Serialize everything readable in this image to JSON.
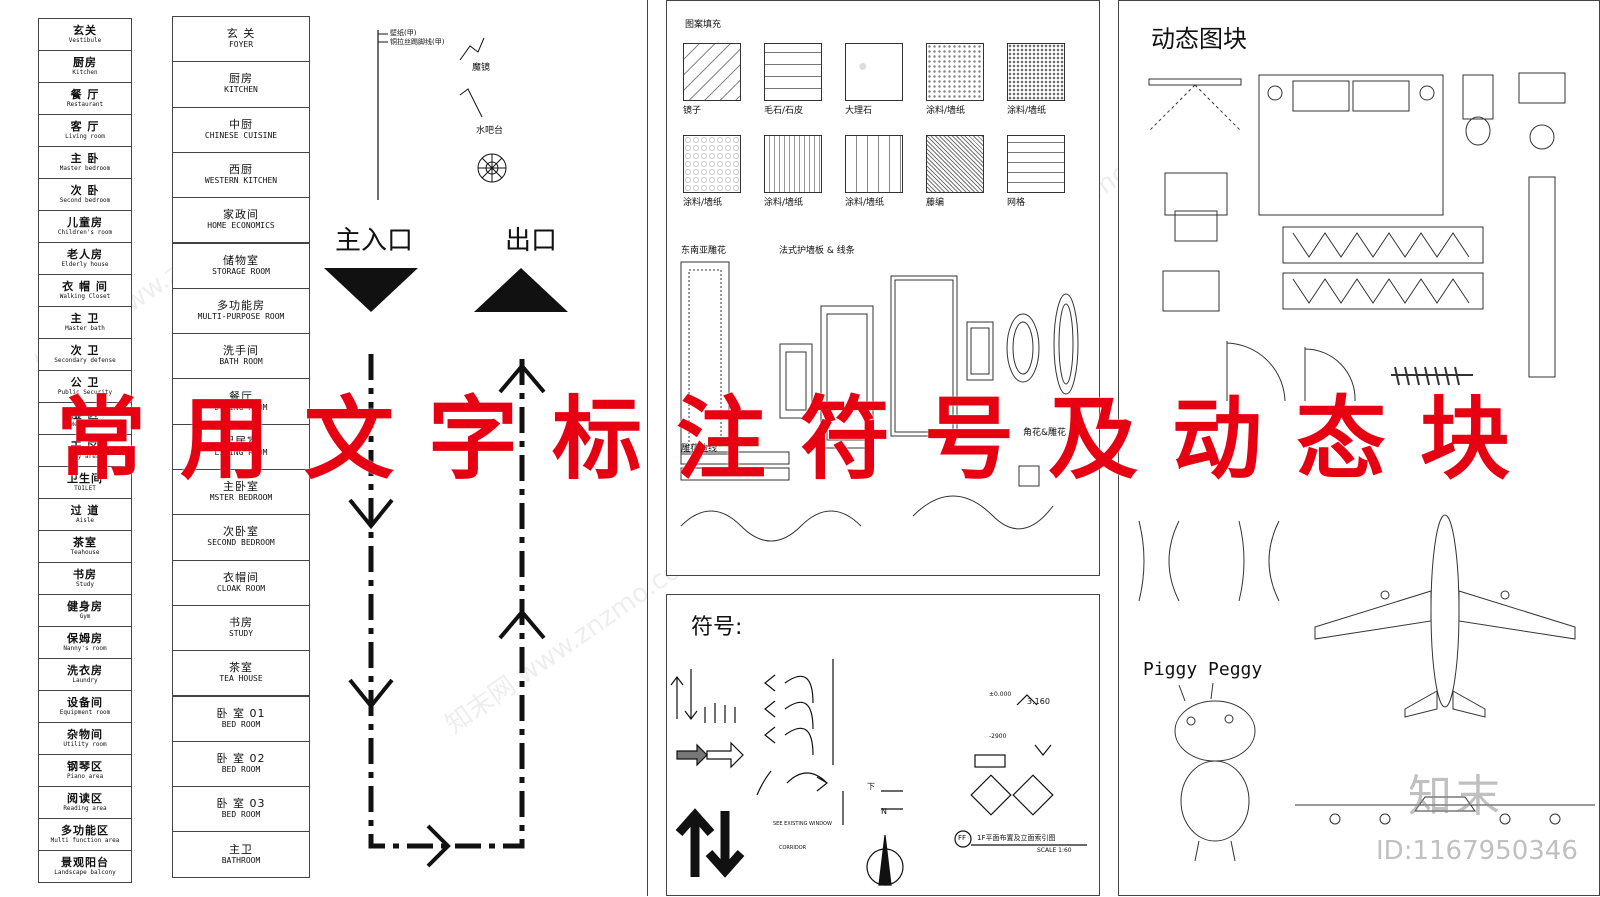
{
  "room_labels_left": [
    {
      "zh": "玄关",
      "en": "Vestibule"
    },
    {
      "zh": "厨房",
      "en": "Kitchen"
    },
    {
      "zh": "餐 厅",
      "en": "Restaurant"
    },
    {
      "zh": "客 厅",
      "en": "Living room"
    },
    {
      "zh": "主 卧",
      "en": "Master bedroom"
    },
    {
      "zh": "次 卧",
      "en": "Second bedroom"
    },
    {
      "zh": "儿童房",
      "en": "Children's room"
    },
    {
      "zh": "老人房",
      "en": "Elderly house"
    },
    {
      "zh": "衣 帽 间",
      "en": "Walking Closet"
    },
    {
      "zh": "主 卫",
      "en": "Master bath"
    },
    {
      "zh": "次 卫",
      "en": "Secondary defense"
    },
    {
      "zh": "公 卫",
      "en": "Public Security"
    },
    {
      "zh": "湿 区",
      "en": "Wet area"
    },
    {
      "zh": "干 区",
      "en": "Dry area"
    },
    {
      "zh": "卫生间",
      "en": "TOILET"
    },
    {
      "zh": "过 道",
      "en": "Aisle"
    },
    {
      "zh": "茶室",
      "en": "Teahouse"
    },
    {
      "zh": "书房",
      "en": "Study"
    },
    {
      "zh": "健身房",
      "en": "Gym"
    },
    {
      "zh": "保姆房",
      "en": "Nanny's room"
    },
    {
      "zh": "洗衣房",
      "en": "Laundry"
    },
    {
      "zh": "设备间",
      "en": "Equipment room"
    },
    {
      "zh": "杂物间",
      "en": "Utility room"
    },
    {
      "zh": "钢琴区",
      "en": "Piano area"
    },
    {
      "zh": "阅读区",
      "en": "Reading area"
    },
    {
      "zh": "多功能区",
      "en": "Multi function area"
    },
    {
      "zh": "景观阳台",
      "en": "Landscape balcony"
    }
  ],
  "room_labels_right": [
    {
      "zh": "玄 关",
      "en": "FOYER"
    },
    {
      "zh": "厨房",
      "en": "KITCHEN"
    },
    {
      "zh": "中厨",
      "en": "CHINESE CUISINE"
    },
    {
      "zh": "西厨",
      "en": "WESTERN KITCHEN"
    },
    {
      "zh": "家政间",
      "en": "HOME ECONOMICS"
    },
    {
      "zh": "储物室",
      "en": "STORAGE ROOM"
    },
    {
      "zh": "多功能房",
      "en": "MULTI-PURPOSE ROOM"
    },
    {
      "zh": "洗手间",
      "en": "BATH ROOM"
    },
    {
      "zh": "餐厅",
      "en": "DINING ROOM"
    },
    {
      "zh": "起居室",
      "en": "LIVING ROOM"
    },
    {
      "zh": "主卧室",
      "en": "MSTER BEDROOM"
    },
    {
      "zh": "次卧室",
      "en": "SECOND BEDROOM"
    },
    {
      "zh": "衣帽间",
      "en": "CLOAK ROOM"
    },
    {
      "zh": "书房",
      "en": "STUDY"
    },
    {
      "zh": "茶室",
      "en": "TEA HOUSE"
    },
    {
      "zh": "卧 室 01",
      "en": "BED ROOM"
    },
    {
      "zh": "卧 室 02",
      "en": "BED ROOM"
    },
    {
      "zh": "卧 室 03",
      "en": "BED ROOM"
    },
    {
      "zh": "主卫",
      "en": "BATHROOM"
    }
  ],
  "leaders": {
    "line1": "壁纸(甲)",
    "line2": "铜拉丝踢脚线(甲)",
    "mirror": "魔镜",
    "bar": "水吧台"
  },
  "entrance": {
    "main": "主入口",
    "exit": "出口"
  },
  "pattern_panel": {
    "title": "图案填充",
    "swatches": [
      "镜子",
      "毛石/石皮",
      "大理石",
      "涂料/墙纸",
      "涂料/墙纸",
      "涂料/墙纸",
      "涂料/墙纸",
      "涂料/墙纸",
      "藤编",
      "网格"
    ],
    "sea_carving": "东南亚雕花",
    "french": "法式护墙板 & 线条",
    "carving_line": "雕花边线",
    "corner": "角花&雕花"
  },
  "symbols_panel": {
    "title": "符号:",
    "elev1": "±0.000",
    "elev2": "3.160",
    "elev3": "-2900",
    "index_title": "1F平面布置及立面索引图",
    "scale": "SCALE 1:60",
    "index_tag": "FF",
    "north": "N",
    "down": "下",
    "see_existing": "SEE EXISTING WINDOW",
    "unknown": "CORRIDOR"
  },
  "dynamic_panel": {
    "title": "动态图块",
    "piggy": "Piggy Peggy"
  },
  "banner": "常用文字标注符号及动态块",
  "watermark": {
    "brand": "知末",
    "id": "ID:1167950346",
    "site": "www.znzmo.com",
    "site_cn": "知末网"
  },
  "colors": {
    "banner": "#e60012",
    "line": "#111111"
  }
}
